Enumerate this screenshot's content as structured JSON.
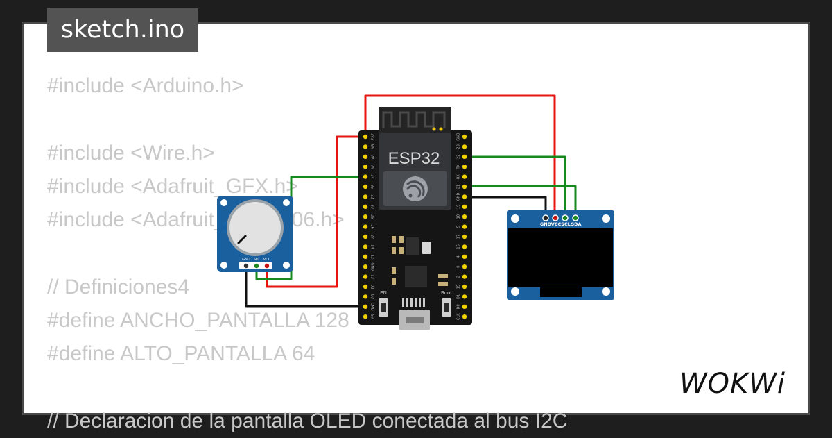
{
  "file_tab": "sketch.ino",
  "code_lines": [
    "#include <Arduino.h>",
    "",
    "#include <Wire.h>",
    "#include <Adafruit_GFX.h>",
    "#include <Adafruit_SSD1306.h>",
    "",
    "// Definiciones4",
    "#define ANCHO_PANTALLA 128",
    "#define ALTO_PANTALLA 64",
    "",
    "// Declaracion de la pantalla OLED conectada al bus I2C"
  ],
  "esp32": {
    "label": "ESP32",
    "en_label": "EN",
    "boot_label": "Boot",
    "left_pins": [
      "3V3",
      "EN",
      "VP",
      "VN",
      "34",
      "35",
      "32",
      "33",
      "25",
      "26",
      "27",
      "14",
      "12",
      "GND",
      "13",
      "D2",
      "D3",
      "CMD",
      "5V"
    ],
    "right_pins": [
      "GND",
      "23",
      "22",
      "TX",
      "RX",
      "21",
      "GND",
      "19",
      "18",
      "5",
      "17",
      "16",
      "4",
      "0",
      "2",
      "15",
      "D1",
      "D0",
      "CLK"
    ]
  },
  "potentiometer": {
    "pins": [
      "GND",
      "SIG",
      "VCC"
    ]
  },
  "oled": {
    "pins": [
      "GND",
      "VCC",
      "SCL",
      "SDA"
    ]
  },
  "brand": "WOKWi",
  "colors": {
    "wire_red": "#e8140f",
    "wire_green": "#168a1f",
    "wire_black": "#111111",
    "pot_blue": "#1a5f9e",
    "board_black": "#151515",
    "pin_yellow": "#f2d000"
  }
}
